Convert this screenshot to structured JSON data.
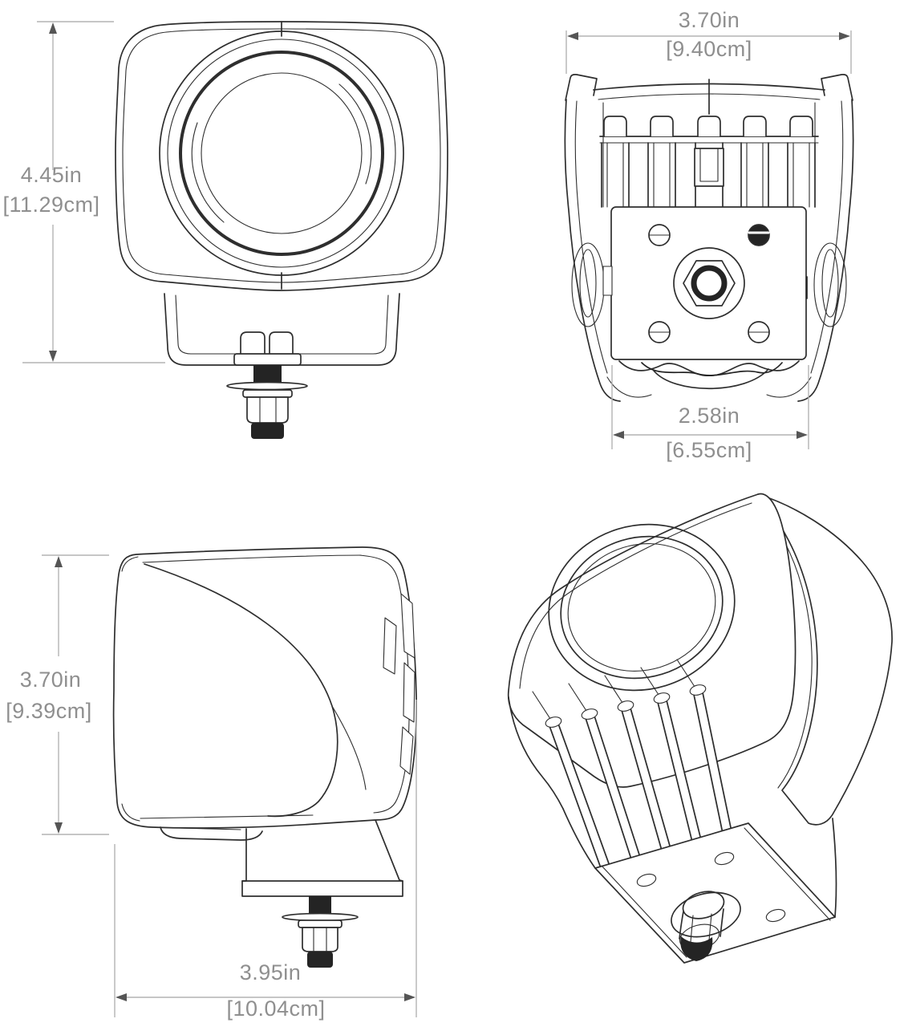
{
  "dimensions": {
    "front_height": {
      "inches": "4.45in",
      "metric": "[11.29cm]"
    },
    "top_width": {
      "inches": "3.70in",
      "metric": "[9.40cm]"
    },
    "top_bracket_width": {
      "inches": "2.58in",
      "metric": "[6.55cm]"
    },
    "side_height": {
      "inches": "3.70in",
      "metric": "[9.39cm]"
    },
    "side_depth": {
      "inches": "3.95in",
      "metric": "[10.04cm]"
    }
  },
  "colors": {
    "background": "#ffffff",
    "drawing_line": "#2e2e2e",
    "dimension_line": "#b3b3b3",
    "dimension_arrow": "#555555",
    "dimension_text": "#8f8f8f"
  }
}
